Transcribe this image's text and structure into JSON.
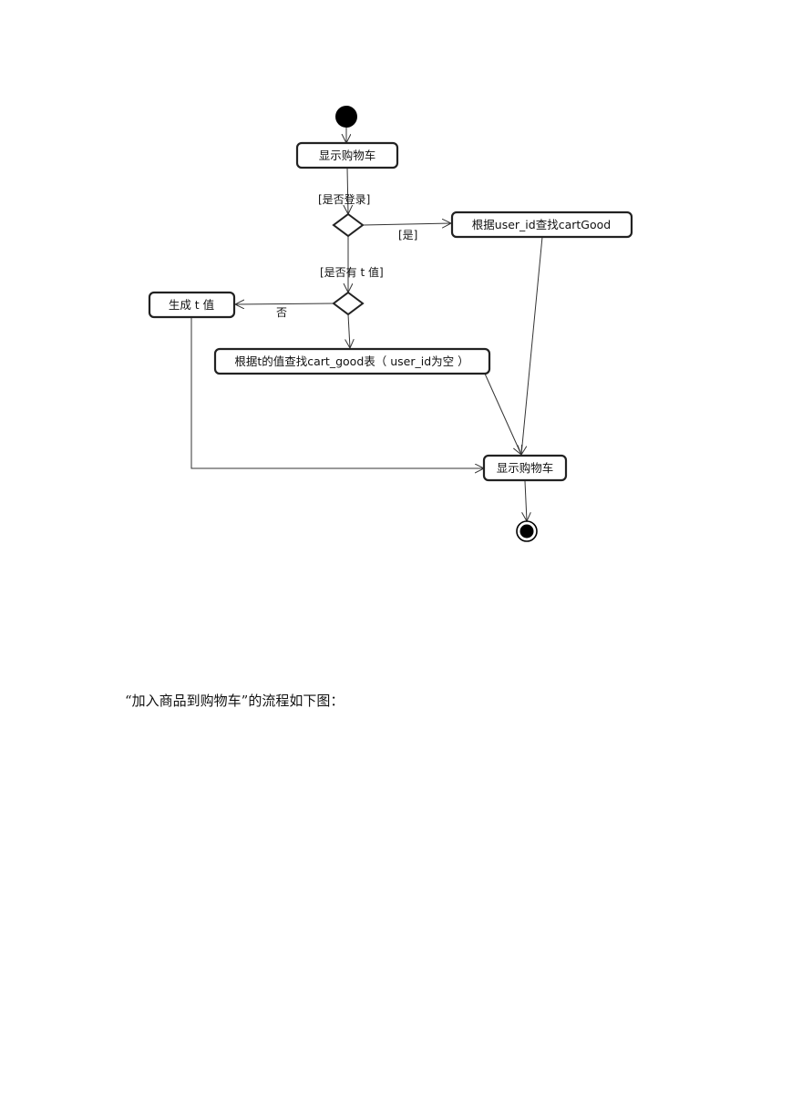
{
  "diagram": {
    "nodes": {
      "show_cart_top": "显示购物车",
      "find_by_user": "根据user_id查找cartGood",
      "gen_t": "生成 t 值",
      "find_by_t": "根据t的值查找cart_good表（ user_id为空 ）",
      "show_cart_bottom": "显示购物车"
    },
    "guards": {
      "login_check": "[是否登录]",
      "yes": "[是]",
      "t_check": "[是否有 t 值]",
      "no": "否"
    }
  },
  "caption": "“加入商品到购物车”的流程如下图："
}
